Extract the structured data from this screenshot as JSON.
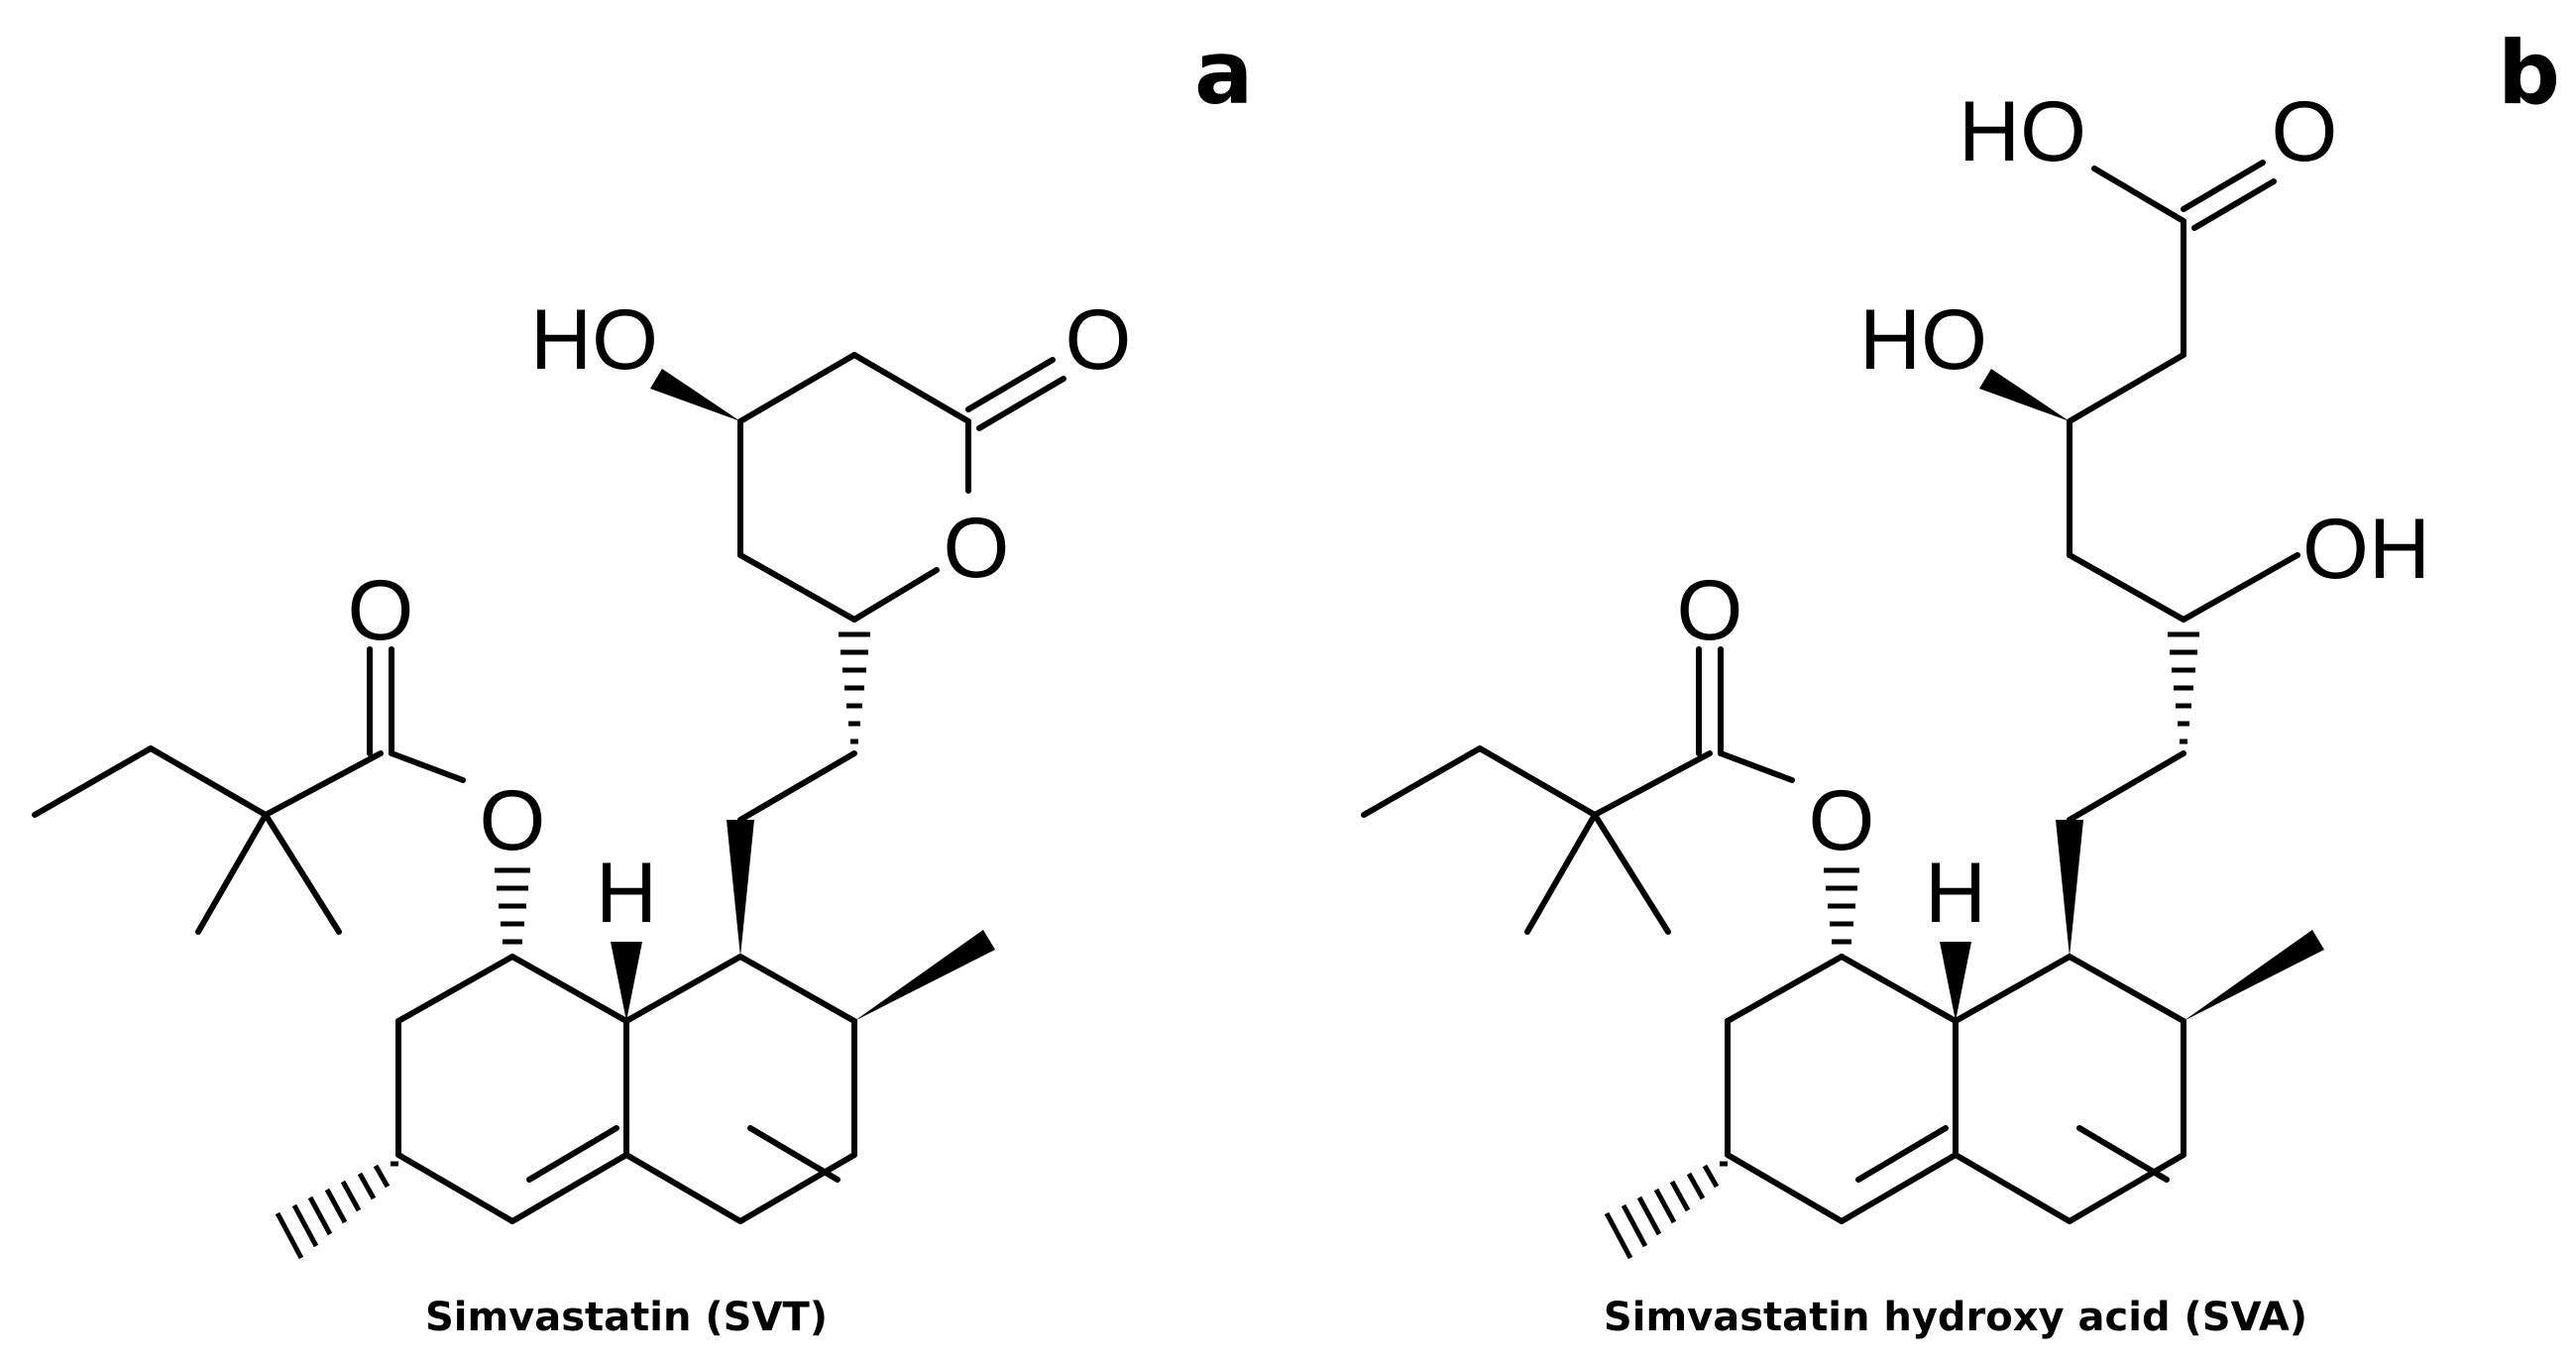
{
  "panels": [
    {
      "letter": "a",
      "caption": "Simvastatin (SVT)",
      "labels": {
        "ho": "HO",
        "o_ketone": "O",
        "o_ring": "O",
        "o_ester_carbonyl": "O",
        "o_ester": "O",
        "h": "H"
      }
    },
    {
      "letter": "b",
      "caption": "Simvastatin hydroxy acid (SVA)",
      "labels": {
        "ho_acid": "HO",
        "o_acid": "O",
        "ho": "HO",
        "oh": "OH",
        "o_ester_carbonyl": "O",
        "o_ester": "O",
        "h": "H"
      }
    }
  ],
  "colors": {
    "background": "#ffffff",
    "ink": "#000000"
  }
}
